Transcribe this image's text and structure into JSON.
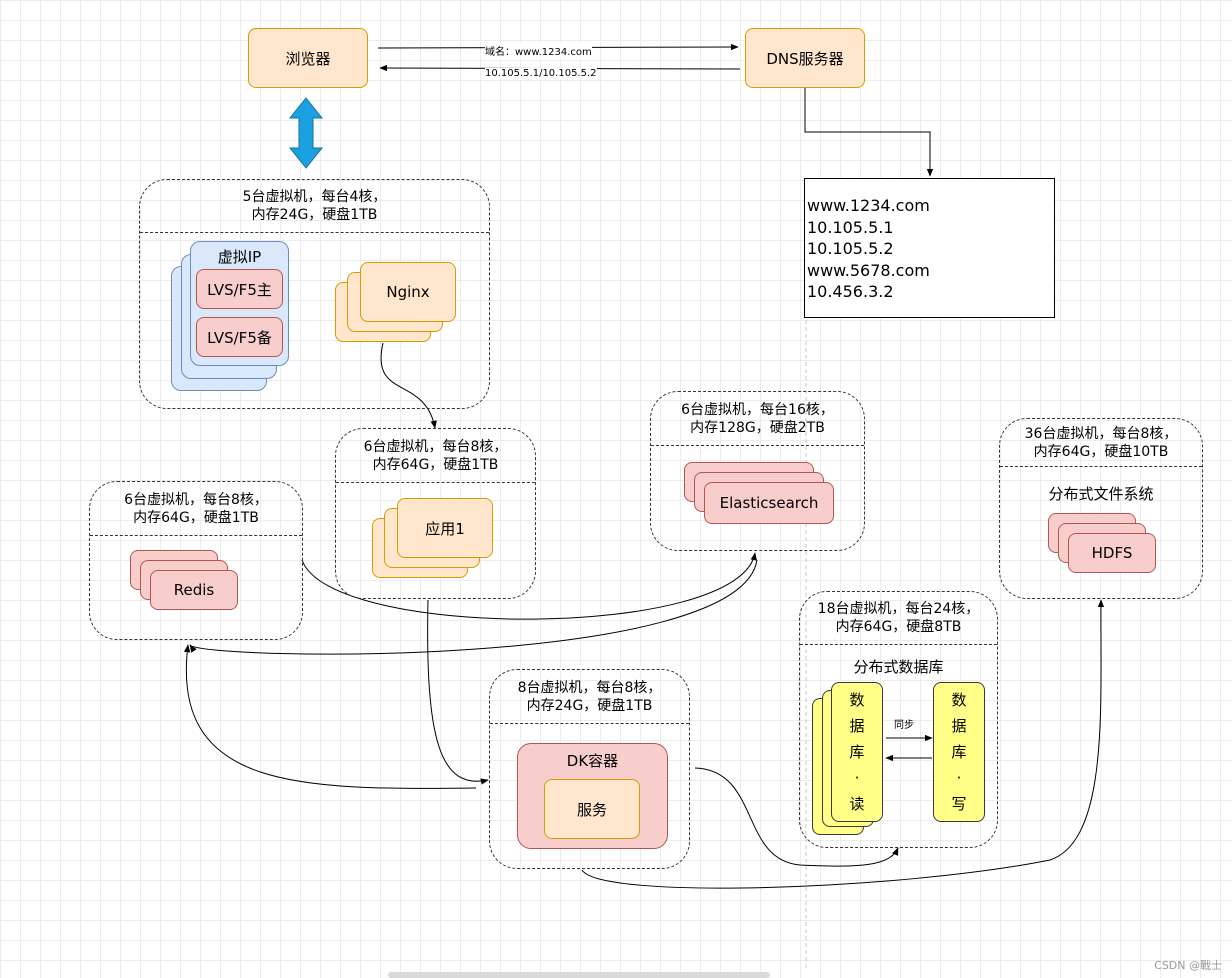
{
  "browser": {
    "label": "浏览器"
  },
  "dns": {
    "label": "DNS服务器",
    "request_label": "域名：www.1234.com",
    "response_label": "10.105.5.1/10.105.5.2",
    "records": [
      "www.1234.com",
      "10.105.5.1",
      "10.105.5.2",
      "www.5678.com",
      "10.456.3.2"
    ]
  },
  "lb_group": {
    "header": "5台虚拟机，每台4核，\n内存24G，硬盘1TB",
    "vip_label": "虚拟IP",
    "primary": "LVS/F5主",
    "backup": "LVS/F5备",
    "nginx": "Nginx"
  },
  "app_group": {
    "header": "6台虚拟机，每台8核，\n内存64G，硬盘1TB",
    "app": "应用1"
  },
  "redis_group": {
    "header": "6台虚拟机，每台8核，\n内存64G，硬盘1TB",
    "redis": "Redis"
  },
  "es_group": {
    "header": "6台虚拟机，每台16核，\n内存128G，硬盘2TB",
    "es": "Elasticsearch"
  },
  "hdfs_group": {
    "header": "36台虚拟机，每台8核，\n内存64G，硬盘10TB",
    "title": "分布式文件系统",
    "hdfs": "HDFS"
  },
  "db_group": {
    "header": "18台虚拟机，每台24核，\n内存64G，硬盘8TB",
    "title": "分布式数据库",
    "read_db": "数\n据\n库\n·\n读",
    "write_db": "数\n据\n库\n·\n写",
    "sync_label": "同步"
  },
  "dk_group": {
    "header": "8台虚拟机，每台8核，\n内存24G，硬盘1TB",
    "container": "DK容器",
    "service": "服务"
  },
  "watermark": "CSDN @戰士",
  "colors": {
    "orange_fill": "#ffe6cc",
    "red_fill": "#f8cecc",
    "blue_fill": "#dae8fc",
    "yellow_fill": "#ffff88",
    "arrow_blue": "#1ba1e2"
  }
}
